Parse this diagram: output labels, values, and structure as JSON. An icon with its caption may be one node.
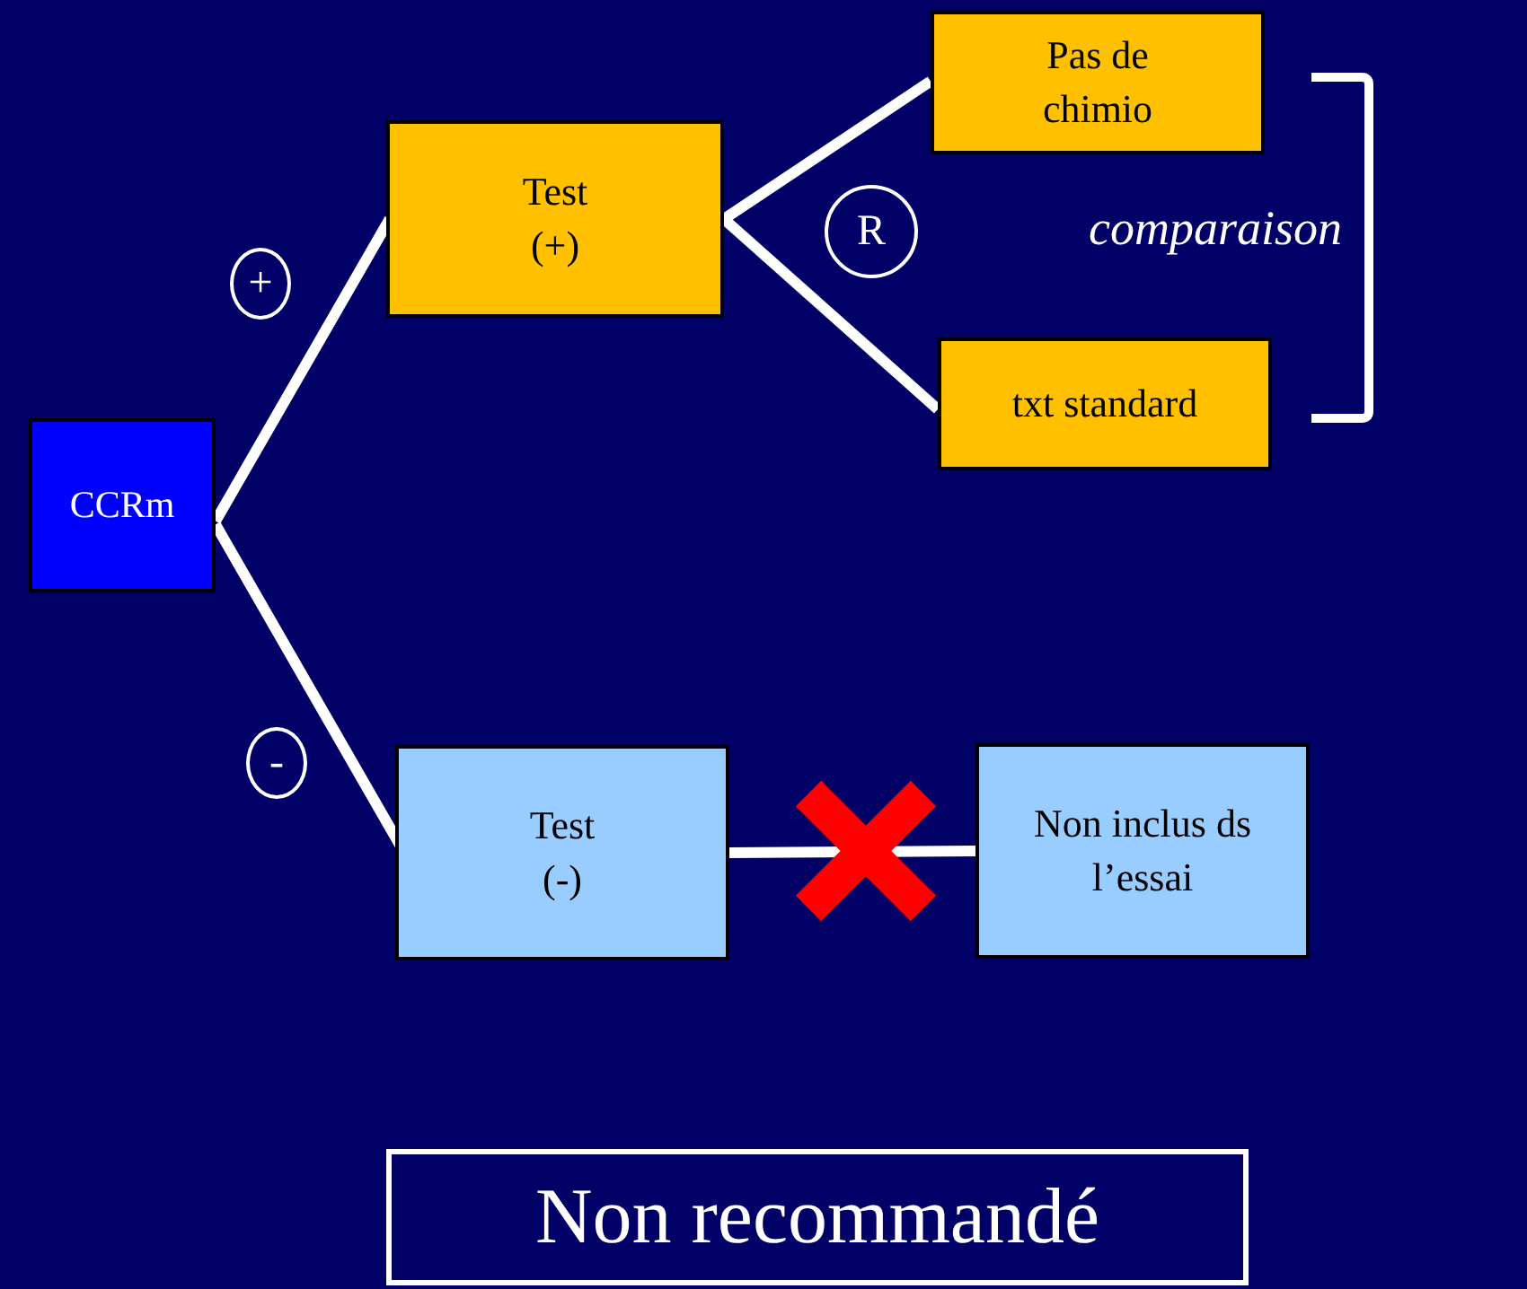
{
  "diagram": {
    "nodes": [
      {
        "text": [
          "CCRm"
        ]
      },
      {
        "text": [
          "Test (+)"
        ]
      },
      {
        "text": [
          "Pas de chimio"
        ]
      },
      {
        "text": [
          "txt standard"
        ]
      },
      {
        "text": [
          "Test (-)"
        ]
      },
      {
        "text": [
          "Non inclus ds l’essai"
        ]
      },
      {
        "text": [
          "+"
        ]
      },
      {
        "text": [
          "R"
        ]
      },
      {
        "text": [
          "-"
        ]
      },
      {
        "text": [
          "Non recommandé"
        ]
      }
    ],
    "edges": [
      {
        "from": 0,
        "to": 1,
        "arrow": "none"
      },
      {
        "from": 1,
        "to": 2,
        "arrow": "none"
      },
      {
        "from": 1,
        "to": 3,
        "arrow": "none"
      },
      {
        "from": 0,
        "to": 4,
        "arrow": "none"
      },
      {
        "from": 4,
        "to": 5,
        "arrow": "none"
      }
    ],
    "labels": [
      "comparaison"
    ]
  }
}
